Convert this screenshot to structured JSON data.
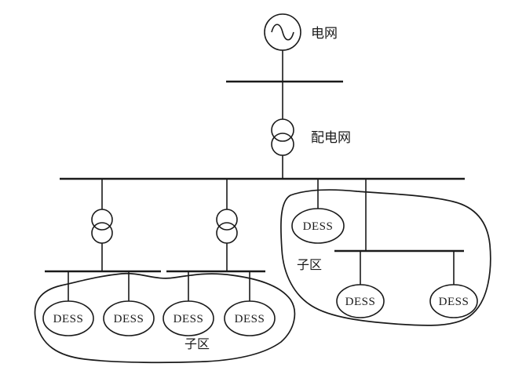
{
  "page": {
    "background_color": "#ffffff",
    "line_color": "#1a1a1a"
  },
  "labels": {
    "grid": "电网",
    "distribution": "配电网",
    "subzone_right": "子区",
    "subzone_bottom": "子区"
  },
  "dess_labels": [
    "DESS",
    "DESS",
    "DESS",
    "DESS",
    "DESS",
    "DESS",
    "DESS"
  ]
}
